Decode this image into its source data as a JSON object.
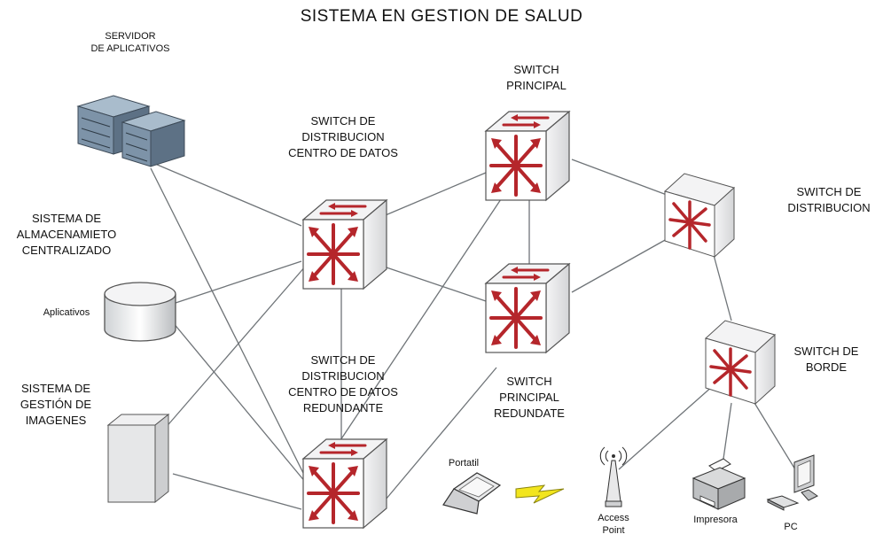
{
  "title": "SISTEMA EN GESTION DE SALUD",
  "labels": {
    "app_server": "SERVIDOR\nDE APLICATIVOS",
    "switch_dist_dc": "SWITCH DE\nDISTRIBUCION\nCENTRO DE DATOS",
    "switch_main": "SWITCH\nPRINCIPAL",
    "switch_dist": "SWITCH DE\nDISTRIBUCION",
    "storage_system": "SISTEMA DE\nALMACENAMIETO\nCENTRALIZADO",
    "storage_apps": "Aplicativos",
    "switch_dist_dc_red": "SWITCH DE\nDISTRIBUCION\nCENTRO DE DATOS\nREDUNDANTE",
    "switch_main_red": "SWITCH\nPRINCIPAL\nREDUNDATE",
    "switch_edge": "SWITCH DE\nBORDE",
    "image_system": "SISTEMA DE\nGESTIÓN DE\nIMAGENES",
    "laptop": "Portatil",
    "access_point": "Access\nPoint",
    "printer": "Impresora",
    "pc": "PC"
  },
  "colors": {
    "switch_face": "#c0373a",
    "switch_side": "#e9e9ea",
    "switch_arrow": "#b5262b",
    "server": "#7d93a8",
    "line": "#6f7478",
    "bolt": "#f2e51d"
  },
  "icons": {
    "switch": "layer3-switch-icon",
    "server": "rack-server-icon",
    "storage": "database-cylinder-icon",
    "imaging": "server-box-icon",
    "laptop": "laptop-icon",
    "wireless": "lightning-bolt-icon",
    "access_point": "wifi-antenna-icon",
    "printer": "printer-icon",
    "pc": "desktop-pc-icon"
  }
}
